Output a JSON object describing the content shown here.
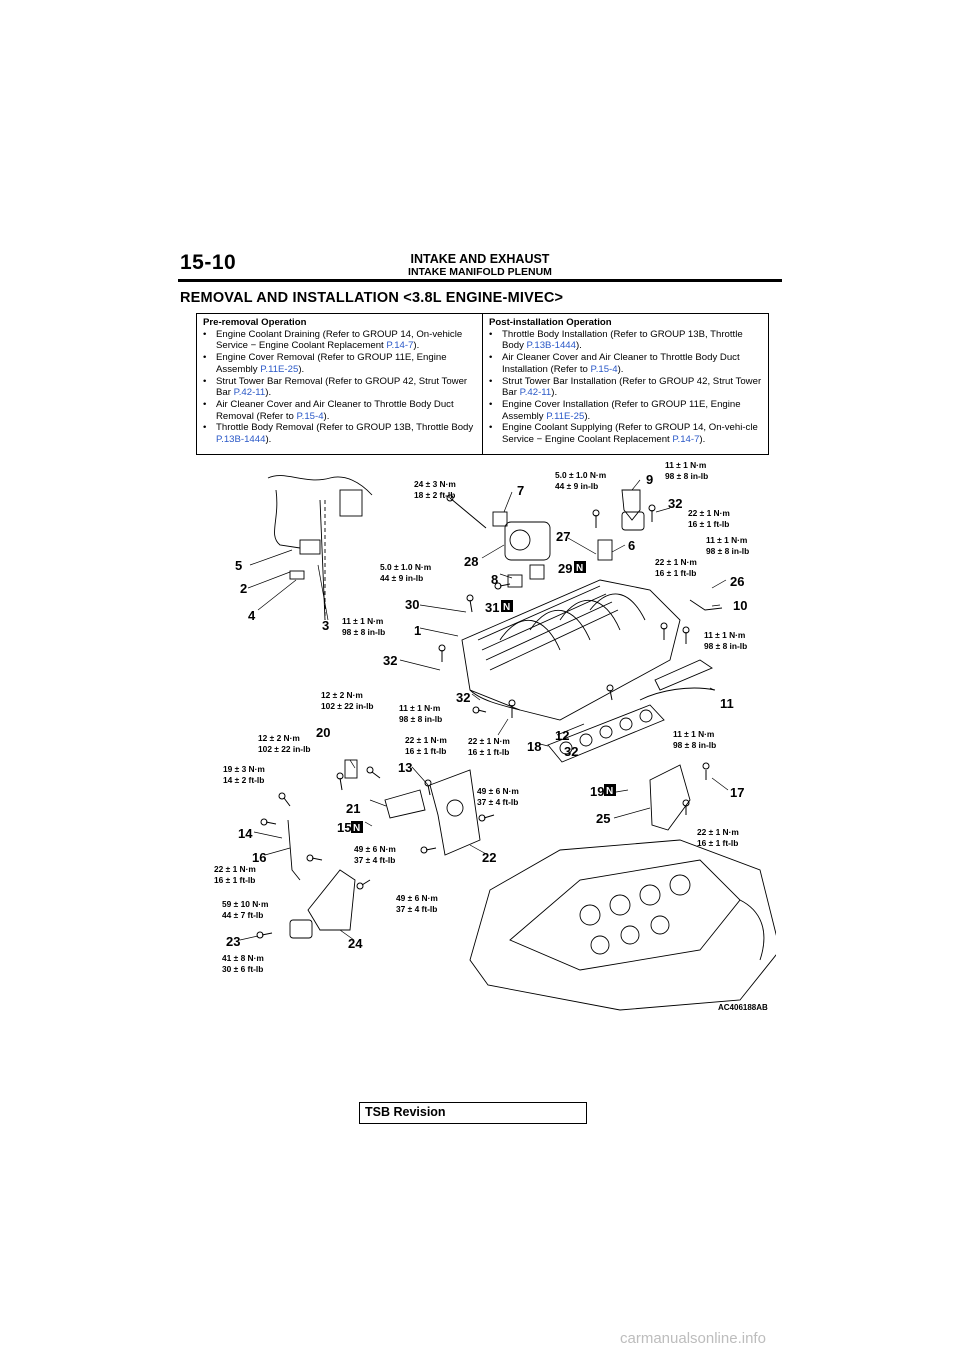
{
  "header": {
    "page_number": "15-10",
    "title": "INTAKE AND EXHAUST",
    "subtitle": "INTAKE MANIFOLD PLENUM"
  },
  "section_title": "REMOVAL AND INSTALLATION <3.8L ENGINE-MIVEC>",
  "pre_removal": {
    "heading": "Pre-removal Operation",
    "items": [
      {
        "text": "Engine Coolant Draining (Refer to GROUP 14, On-vehicle Service − Engine Coolant Replacement ",
        "link": "P.14-7",
        "tail": ")."
      },
      {
        "text": "Engine Cover Removal (Refer to GROUP 11E, Engine Assembly ",
        "link": "P.11E-25",
        "tail": ")."
      },
      {
        "text": "Strut Tower Bar Removal (Refer to GROUP 42, Strut Tower Bar ",
        "link": "P.42-11",
        "tail": ")."
      },
      {
        "text": "Air Cleaner Cover and Air Cleaner to Throttle Body Duct Removal (Refer to ",
        "link": "P.15-4",
        "tail": ")."
      },
      {
        "text": "Throttle Body Removal (Refer to GROUP 13B, Throttle Body ",
        "link": "P.13B-1444",
        "tail": ")."
      }
    ]
  },
  "post_installation": {
    "heading": "Post-installation Operation",
    "items": [
      {
        "text": "Throttle Body Installation (Refer to GROUP 13B, Throttle Body ",
        "link": "P.13B-1444",
        "tail": ")."
      },
      {
        "text": "Air Cleaner Cover and Air Cleaner to Throttle Body Duct Installation (Refer to ",
        "link": "P.15-4",
        "tail": ")."
      },
      {
        "text": "Strut Tower Bar Installation (Refer to GROUP 42, Strut Tower Bar ",
        "link": "P.42-11",
        "tail": ")."
      },
      {
        "text": "Engine Cover Installation (Refer to GROUP 11E, Engine Assembly ",
        "link": "P.11E-25",
        "tail": ")."
      },
      {
        "text": "Engine Coolant Supplying (Refer to GROUP 14, On-vehi-cle Service − Engine Coolant Replacement ",
        "link": "P.14-7",
        "tail": ")."
      }
    ]
  },
  "diagram": {
    "figure_id": "AC406188AB",
    "new_part_marker": "N",
    "part_numbers": [
      "1",
      "2",
      "3",
      "4",
      "5",
      "6",
      "7",
      "8",
      "9",
      "10",
      "11",
      "12",
      "13",
      "14",
      "15",
      "16",
      "17",
      "18",
      "19",
      "20",
      "21",
      "22",
      "23",
      "24",
      "25",
      "26",
      "27",
      "28",
      "29",
      "30",
      "31",
      "32",
      "32",
      "32",
      "32"
    ],
    "torques": [
      {
        "nm": "24 ± 3 N·m",
        "imp": "18 ± 2 ft-lb"
      },
      {
        "nm": "5.0 ± 1.0 N·m",
        "imp": "44 ± 9 in-lb"
      },
      {
        "nm": "11 ± 1 N·m",
        "imp": "98 ± 8 in-lb"
      },
      {
        "nm": "22 ± 1 N·m",
        "imp": "16 ± 1 ft-lb"
      },
      {
        "nm": "11 ± 1 N·m",
        "imp": "98 ± 8 in-lb"
      },
      {
        "nm": "5.0 ± 1.0 N·m",
        "imp": "44 ± 9 in-lb"
      },
      {
        "nm": "22 ± 1 N·m",
        "imp": "16 ± 1 ft-lb"
      },
      {
        "nm": "11 ± 1 N·m",
        "imp": "98 ± 8 in-lb"
      },
      {
        "nm": "11 ± 1 N·m",
        "imp": "98 ± 8 in-lb"
      },
      {
        "nm": "12 ± 2 N·m",
        "imp": "102 ± 22 in-lb"
      },
      {
        "nm": "11 ± 1 N·m",
        "imp": "98 ± 8 in-lb"
      },
      {
        "nm": "12 ± 2 N·m",
        "imp": "102 ± 22 in-lb"
      },
      {
        "nm": "22 ± 1 N·m",
        "imp": "16 ± 1 ft-lb"
      },
      {
        "nm": "22 ± 1 N·m",
        "imp": "16 ± 1 ft-lb"
      },
      {
        "nm": "11 ± 1 N·m",
        "imp": "98 ± 8 in-lb"
      },
      {
        "nm": "19 ± 3 N·m",
        "imp": "14 ± 2 ft-lb"
      },
      {
        "nm": "49 ± 6 N·m",
        "imp": "37 ± 4 ft-lb"
      },
      {
        "nm": "49 ± 6 N·m",
        "imp": "37 ± 4 ft-lb"
      },
      {
        "nm": "22 ± 1 N·m",
        "imp": "16 ± 1 ft-lb"
      },
      {
        "nm": "22 ± 1 N·m",
        "imp": "16 ± 1 ft-lb"
      },
      {
        "nm": "59 ± 10 N·m",
        "imp": "44 ± 7 ft-lb"
      },
      {
        "nm": "49 ± 6 N·m",
        "imp": "37 ± 4 ft-lb"
      },
      {
        "nm": "41 ± 8 N·m",
        "imp": "30 ± 6 ft-lb"
      }
    ]
  },
  "footer": {
    "tsb_label": "TSB Revision",
    "watermark": "carmanualsonline.info"
  }
}
